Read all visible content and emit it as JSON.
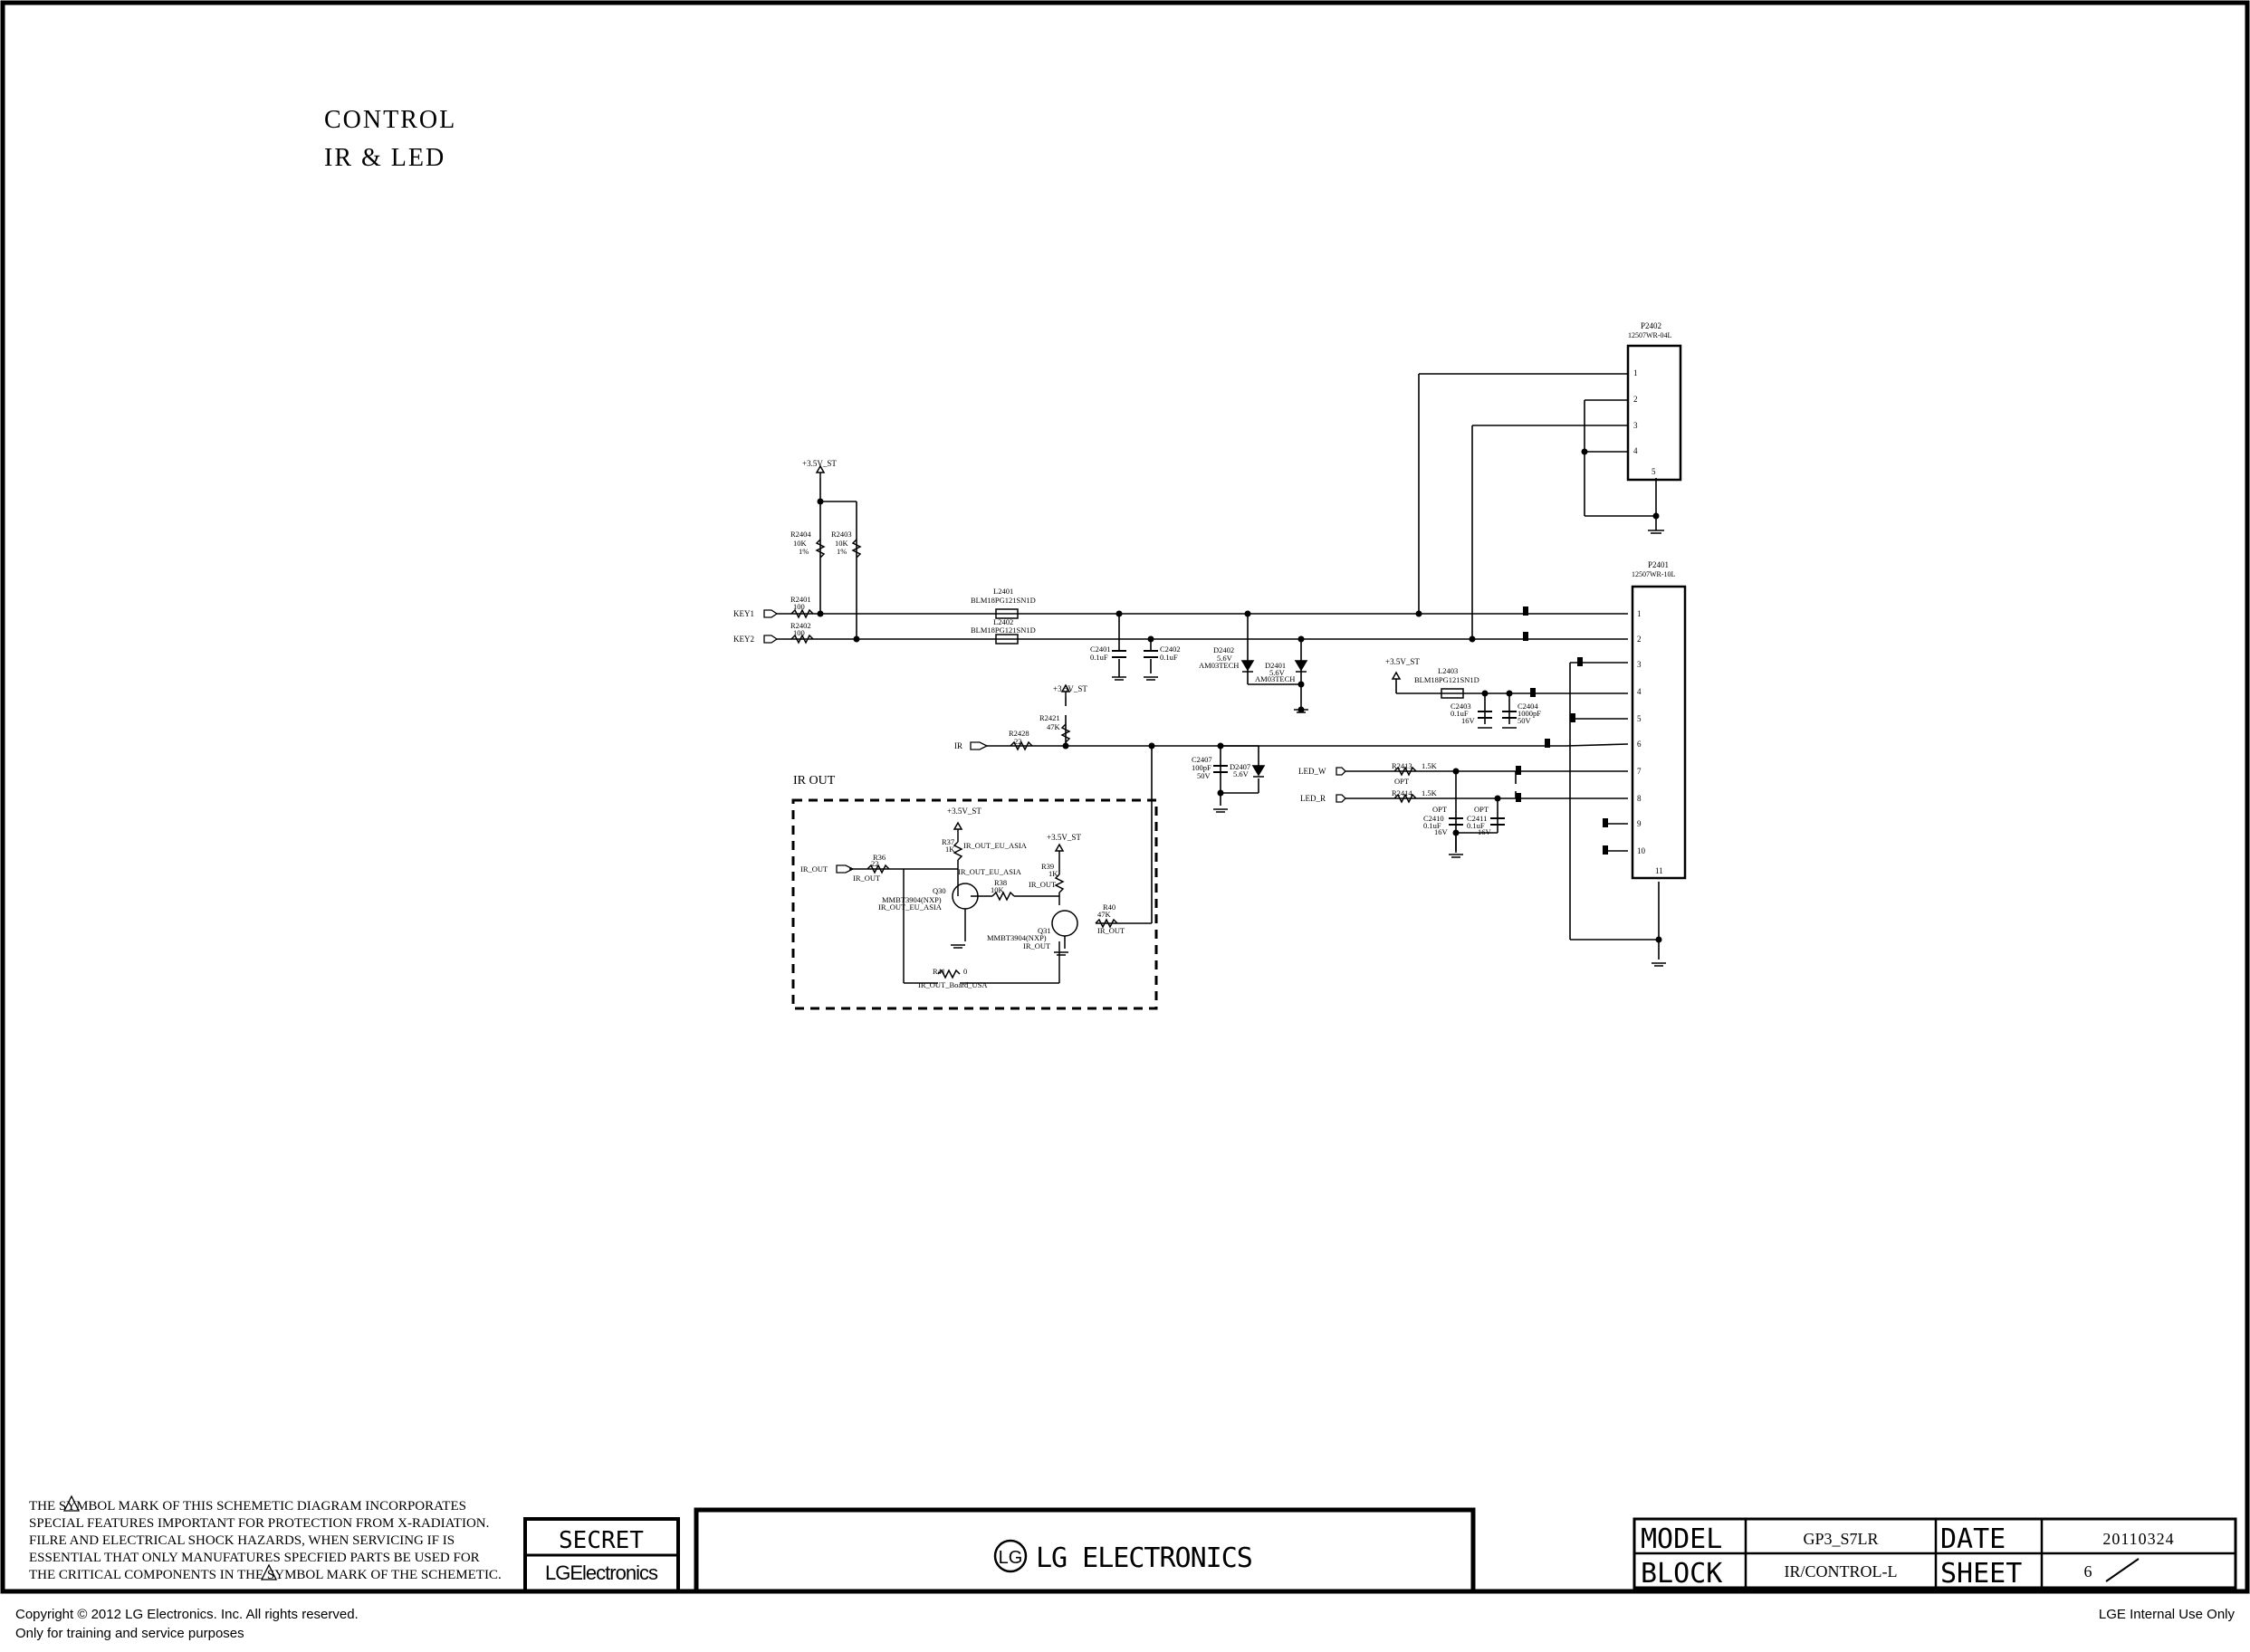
{
  "title": {
    "line1": "CONTROL",
    "line2": "IR & LED"
  },
  "sections": {
    "ir_out": "IR OUT"
  },
  "nets": {
    "key1": "KEY1",
    "key2": "KEY2",
    "ir": "IR",
    "led_w": "LED_W",
    "led_r": "LED_R",
    "ir_out": "IR_OUT",
    "v33": "+3.5V_ST",
    "ir_out_eu_asia": "IR_OUT_EU_ASIA",
    "ir_out_board_usa": "IR_OUT_Board_USA"
  },
  "connectors": {
    "p2402": {
      "ref": "P2402",
      "part": "12507WR-04L",
      "pins": [
        "1",
        "2",
        "3",
        "4",
        "5"
      ]
    },
    "p2401": {
      "ref": "P2401",
      "part": "12507WR-10L",
      "pins": [
        "1",
        "2",
        "3",
        "4",
        "5",
        "6",
        "7",
        "8",
        "9",
        "10",
        "11"
      ]
    }
  },
  "components": {
    "r2404": {
      "ref": "R2404",
      "value": "10K",
      "tol": "1%"
    },
    "r2403": {
      "ref": "R2403",
      "value": "10K",
      "tol": "1%"
    },
    "r2401": {
      "ref": "R2401",
      "value": "100"
    },
    "r2402": {
      "ref": "R2402",
      "value": "100"
    },
    "l2401": {
      "ref": "L2401",
      "part": "BLM18PG121SN1D"
    },
    "l2402": {
      "ref": "L2402",
      "part": "BLM18PG121SN1D"
    },
    "l2403": {
      "ref": "L2403",
      "part": "BLM18PG121SN1D"
    },
    "c2401": {
      "ref": "C2401",
      "value": "0.1uF"
    },
    "c2402": {
      "ref": "C2402",
      "value": "0.1uF"
    },
    "d2402": {
      "ref": "D2402",
      "value": "5.6V",
      "part": "AM03TECH"
    },
    "d2401": {
      "ref": "D2401",
      "value": "5.6V",
      "part": "AM03TECH"
    },
    "r2421": {
      "ref": "R2421",
      "value": "47K"
    },
    "r2428": {
      "ref": "R2428",
      "value": "22"
    },
    "c2407": {
      "ref": "C2407",
      "value": "100pF",
      "rating": "50V"
    },
    "d2407": {
      "ref": "D2407",
      "value": "5.6V"
    },
    "c2403": {
      "ref": "C2403",
      "value": "0.1uF",
      "rating": "16V"
    },
    "c2404": {
      "ref": "C2404",
      "value": "1000pF",
      "rating": "50V"
    },
    "r2413": {
      "ref": "R2413",
      "value": "1.5K",
      "opt": "OPT"
    },
    "r2414": {
      "ref": "R2414",
      "value": "1.5K"
    },
    "c2410": {
      "ref": "C2410",
      "value": "0.1uF",
      "rating": "16V",
      "opt": "OPT"
    },
    "c2411": {
      "ref": "C2411",
      "value": "0.1uF",
      "rating": "16V",
      "opt": "OPT"
    },
    "r36": {
      "ref": "R36",
      "value": "22"
    },
    "r37": {
      "ref": "R37",
      "value": "1K"
    },
    "r38": {
      "ref": "R38",
      "value": "10K"
    },
    "r39": {
      "ref": "R39",
      "value": "1K"
    },
    "r40": {
      "ref": "R40",
      "value": "47K"
    },
    "r41": {
      "ref": "R41",
      "value": "0"
    },
    "q30": {
      "ref": "Q30",
      "part": "MMBT3904(NXP)"
    },
    "q31": {
      "ref": "Q31",
      "part": "MMBT3904(NXP)"
    }
  },
  "notice": [
    "THE    SYMBOL MARK OF THIS SCHEMETIC DIAGRAM INCORPORATES",
    "SPECIAL FEATURES IMPORTANT FOR PROTECTION FROM X-RADIATION.",
    "FILRE AND ELECTRICAL SHOCK HAZARDS, WHEN SERVICING IF IS",
    "ESSENTIAL THAT ONLY MANUFATURES SPECFIED PARTS BE USED FOR",
    "THE CRITICAL COMPONENTS IN THE    SYMBOL MARK OF THE SCHEMETIC."
  ],
  "title_block": {
    "secret": "SECRET",
    "brand_small": "LGElectronics",
    "logo_text": "LG ELECTRONICS",
    "model_label": "MODEL",
    "model_value": "GP3_S7LR",
    "date_label": "DATE",
    "date_value": "20110324",
    "block_label": "BLOCK",
    "block_value": "IR/CONTROL-L",
    "sheet_label": "SHEET",
    "sheet_value": "6"
  },
  "footer": {
    "copyright": "Copyright © 2012 LG Electronics. Inc. All rights reserved.",
    "training": "Only for training and service purposes",
    "internal": "LGE Internal Use Only"
  }
}
